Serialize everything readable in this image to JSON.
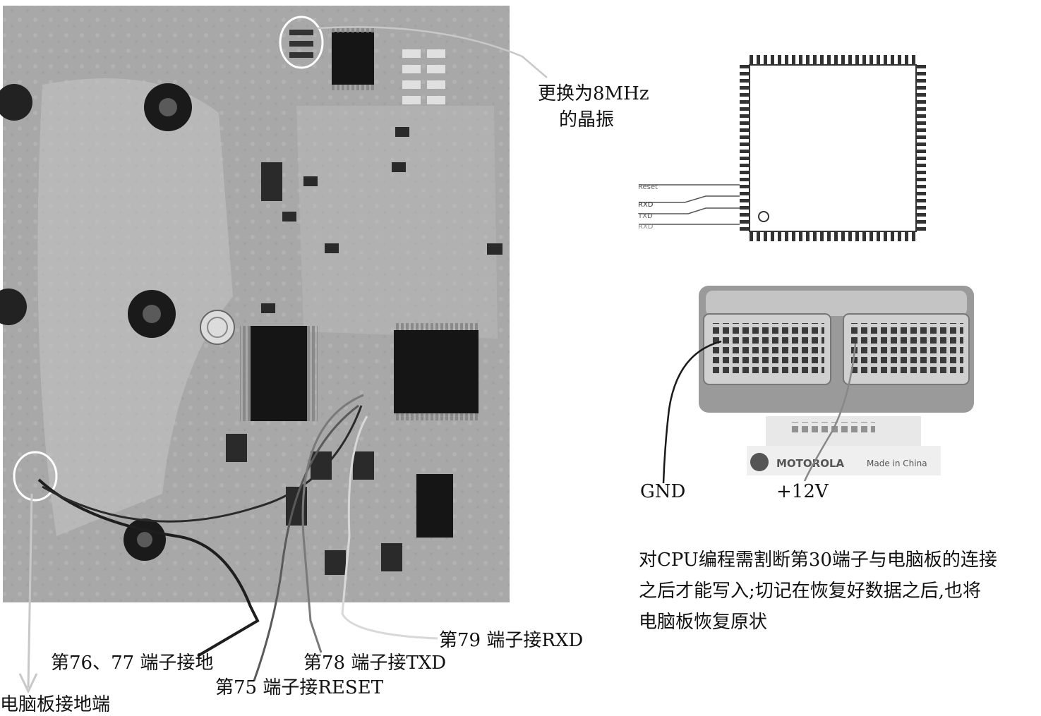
{
  "annotations": {
    "crystal_line1": "更换为8MHz",
    "crystal_line2": "的晶振",
    "gnd": "GND",
    "v12": "+12V",
    "pin79": "第79 端子接RXD",
    "pin76_77": "第76、77 端子接地",
    "pin78": "第78 端子接TXD",
    "pin75": "第75 端子接RESET",
    "board_ground": "电脑板接地端"
  },
  "note": {
    "line1": "对CPU编程需割断第30端子与电脑板的连接",
    "line2": "之后才能写入;切记在恢复好数据之后,也将",
    "line3": "电脑板恢复原状"
  },
  "chip_diagram": {
    "pin_labels": [
      "Reset",
      "RXD",
      "TXD",
      "RXD"
    ]
  },
  "connector_photo": {
    "brand": "MOTOROLA",
    "origin": "Made in China"
  }
}
